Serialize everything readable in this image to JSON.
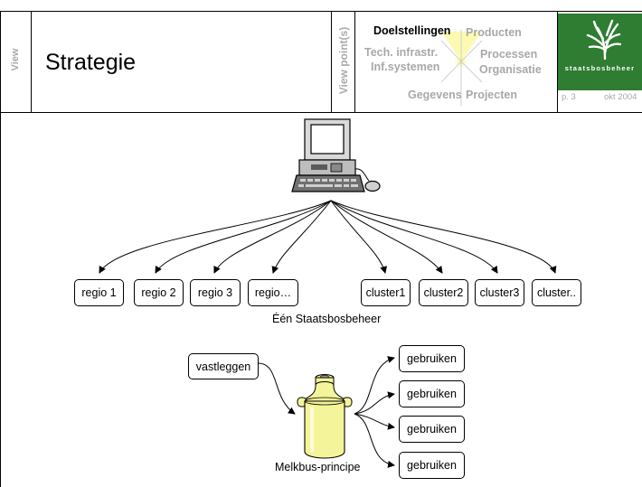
{
  "header": {
    "view_label": "View",
    "title": "Strategie",
    "viewpoints_label": "View point(s)",
    "viewpoints": {
      "doelstellingen": "Doelstellingen",
      "producten": "Producten",
      "tech": "Tech. infrastr.",
      "processen": "Processen",
      "infsys": "Inf.systemen",
      "organisatie": "Organisatie",
      "gegevens": "Gegevens",
      "projecten": "Projecten"
    },
    "logo_text": "staatsbosbeheer",
    "page": "p. 3",
    "date": "okt 2004"
  },
  "diagram": {
    "regions": [
      "regio 1",
      "regio 2",
      "regio 3",
      "regio…"
    ],
    "clusters": [
      "cluster1",
      "cluster2",
      "cluster3",
      "cluster.."
    ],
    "group_caption": "Één Staatsbosbeheer",
    "source_label": "vastleggen",
    "use_labels": [
      "gebruiken",
      "gebruiken",
      "gebruiken",
      "gebruiken"
    ],
    "container_caption": "Melkbus-principe"
  },
  "colors": {
    "logo_green": "#2e7d32",
    "viewpoint_grey": "#a8a8a8",
    "milkcan_yellow": "#f4f49a"
  }
}
